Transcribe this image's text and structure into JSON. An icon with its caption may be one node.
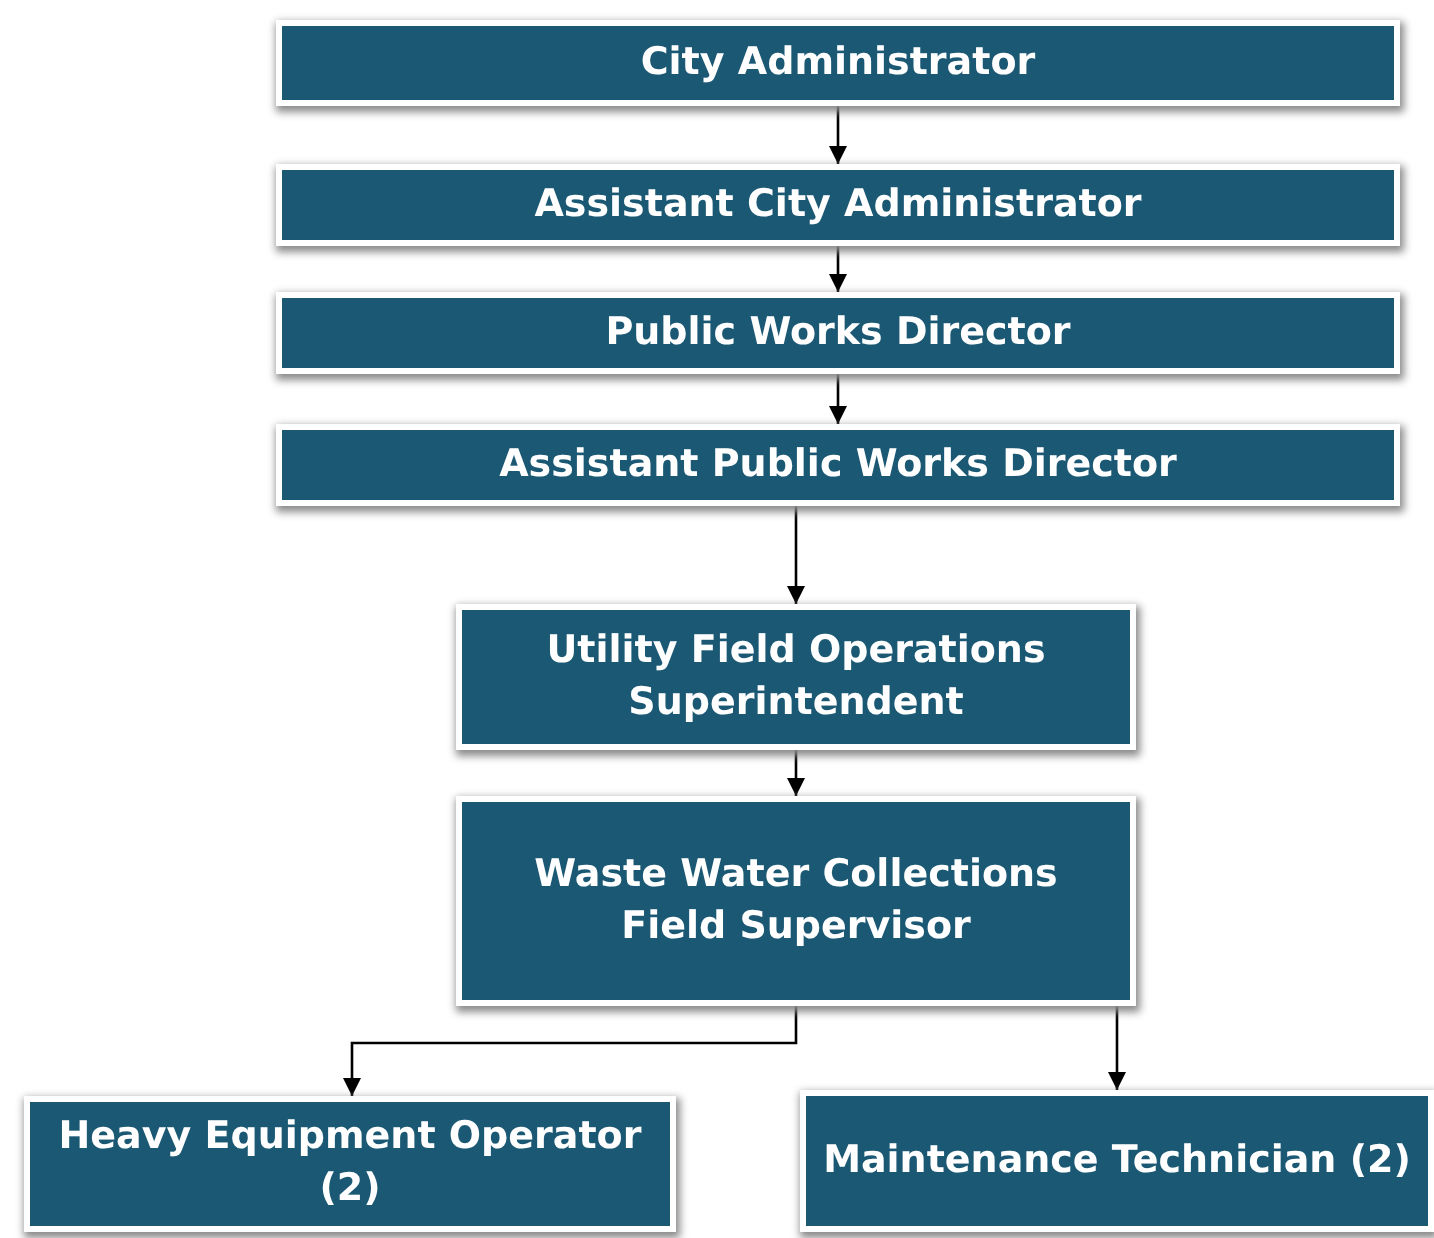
{
  "diagram": {
    "nodes": [
      {
        "text": [
          "City Administrator"
        ]
      },
      {
        "text": [
          "Assistant City Administrator"
        ]
      },
      {
        "text": [
          "Public Works Director"
        ]
      },
      {
        "text": [
          "Assistant Public Works Director"
        ]
      },
      {
        "text": [
          "Utility Field Operations Superintendent"
        ]
      },
      {
        "text": [
          "Waste Water Collections Field Supervisor"
        ]
      },
      {
        "text": [
          "Heavy Equipment Operator (2)"
        ]
      },
      {
        "text": [
          "Maintenance Technician (2)"
        ]
      }
    ],
    "edges": [
      {
        "from": 0,
        "to": 1,
        "arrow": "to"
      },
      {
        "from": 1,
        "to": 2,
        "arrow": "to"
      },
      {
        "from": 2,
        "to": 3,
        "arrow": "to"
      },
      {
        "from": 3,
        "to": 4,
        "arrow": "to"
      },
      {
        "from": 4,
        "to": 5,
        "arrow": "to"
      },
      {
        "from": 5,
        "to": 6,
        "arrow": "to"
      },
      {
        "from": 5,
        "to": 7,
        "arrow": "to"
      }
    ]
  }
}
